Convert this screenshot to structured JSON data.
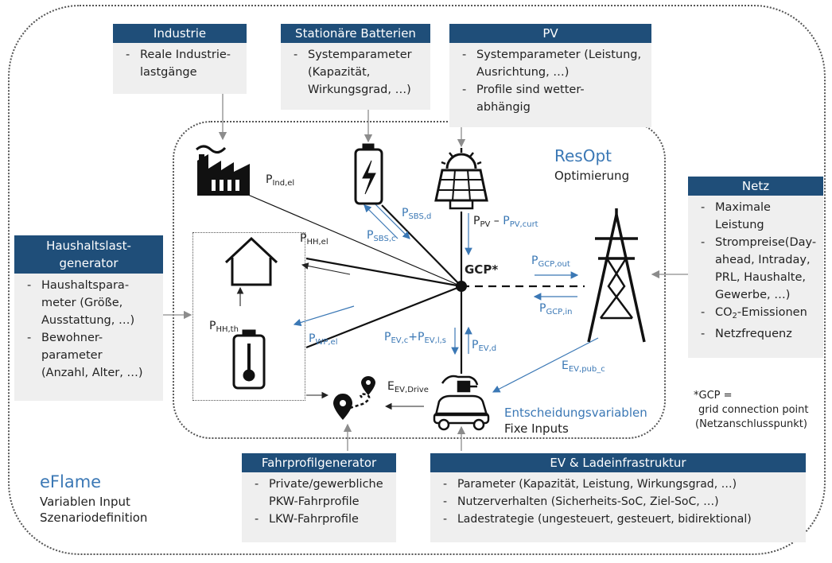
{
  "boxes": {
    "industrie": {
      "title": "Industrie",
      "items": [
        "Reale Industrie-lastgänge"
      ]
    },
    "batterien": {
      "title": "Stationäre Batterien",
      "items": [
        "Systemparameter (Kapazität, Wirkungsgrad, …)"
      ]
    },
    "pv": {
      "title": "PV",
      "items": [
        "Systemparameter (Leistung, Ausrichtung, …)",
        "Profile sind wetter-abhängig"
      ]
    },
    "netz": {
      "title": "Netz",
      "items": [
        "Maximale Leistung",
        "Strompreise(Day-ahead, Intraday, PRL, Haushalte, Gewerbe, …)",
        "CO2-Emissionen",
        "Netzfrequenz"
      ]
    },
    "haushalt": {
      "title_line1": "Haushaltslast-",
      "title_line2": "generator",
      "items": [
        "Haushaltspara-meter (Größe, Ausstattung, …)",
        "Bewohner-parameter (Anzahl, Alter, …)"
      ]
    },
    "fahrprofil": {
      "title": "Fahrprofilgenerator",
      "items": [
        "Private/gewerbliche PKW-Fahrprofile",
        "LKW-Fahrprofile"
      ]
    },
    "ev": {
      "title": "EV & Ladeinfrastruktur",
      "items": [
        "Parameter (Kapazität, Leistung, Wirkungsgrad, …)",
        "Nutzerverhalten (Sicherheits-SoC, Ziel-SoC, …)",
        "Ladestrategie (ungesteuert, gesteuert, bidirektional)"
      ]
    }
  },
  "netz_co2": {
    "pre": "CO",
    "sub": "2",
    "post": "-Emissionen"
  },
  "resopt": {
    "title": "ResOpt",
    "subtitle": "Optimierung"
  },
  "eflame": {
    "title": "eFlame",
    "line1": "Variablen Input",
    "line2": "Szenariodefinition"
  },
  "legend": {
    "blue": "Entscheidungsvariablen",
    "black": "Fixe Inputs"
  },
  "gcp_note": {
    "line1": "*GCP =",
    "line2": "grid connection point",
    "line3": "(Netzanschlusspunkt)"
  },
  "gcp_label": "GCP*",
  "flows": {
    "p_ind_el": {
      "main": "P",
      "sub": "Ind,el"
    },
    "p_hh_el": {
      "main": "P",
      "sub": "HH,el"
    },
    "p_hh_th": {
      "main": "P",
      "sub": "HH,th"
    },
    "p_wp_el": {
      "main": "P",
      "sub": "WP,el"
    },
    "p_sbs_d": {
      "main": "P",
      "sub": "SBS,d"
    },
    "p_sbs_c": {
      "main": "P",
      "sub": "SBS,c"
    },
    "p_pv": {
      "main": "P",
      "sub": "PV",
      "minus": " – ",
      "main2": "P",
      "sub2": "PV,curt"
    },
    "p_gcp_out": {
      "main": "P",
      "sub": "GCP,out"
    },
    "p_gcp_in": {
      "main": "P",
      "sub": "GCP,in"
    },
    "p_ev_c": {
      "main": "P",
      "sub": "EV,c",
      "plus": "+",
      "main2": "P",
      "sub2": "EV,l,s"
    },
    "p_ev_d": {
      "main": "P",
      "sub": "EV,d"
    },
    "e_ev_drive": {
      "main": "E",
      "sub": "EV,Drive"
    },
    "e_ev_pub_c": {
      "main": "E",
      "sub": "EV,pub_c"
    }
  },
  "colors": {
    "header": "#1f4e79",
    "box_bg": "#efefef",
    "blue": "#3b78b5",
    "gray_arrow": "#8c8c8c"
  },
  "icons": [
    "factory-icon",
    "battery-icon",
    "solar-panel-icon",
    "house-icon",
    "heat-storage-icon",
    "route-icon",
    "ev-charging-icon",
    "pylon-icon"
  ]
}
